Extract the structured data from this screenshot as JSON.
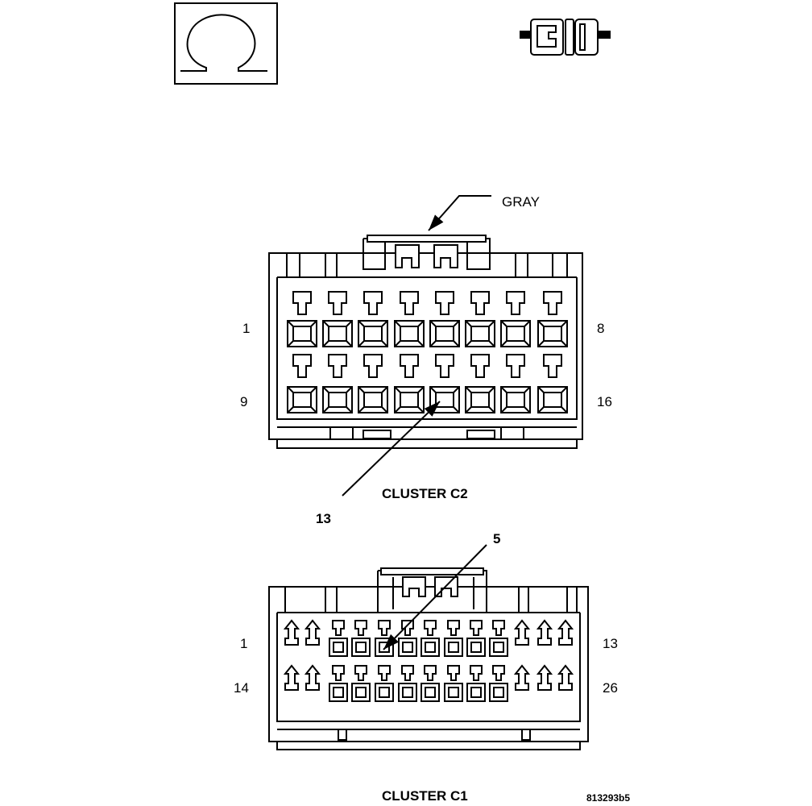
{
  "ohm_symbol": "Ω",
  "icons": {
    "meter": "ohmmeter-icon",
    "connector": "connector-icon"
  },
  "c2": {
    "title": "CLUSTER C2",
    "color_label": "GRAY",
    "pin_top_left": "1",
    "pin_top_right": "8",
    "pin_bottom_left": "9",
    "pin_bottom_right": "16",
    "callout": "13"
  },
  "c1": {
    "title": "CLUSTER C1",
    "pin_top_left": "1",
    "pin_top_right": "13",
    "pin_bottom_left": "14",
    "pin_bottom_right": "26",
    "callout": "5"
  },
  "figure_id": "813293b5"
}
